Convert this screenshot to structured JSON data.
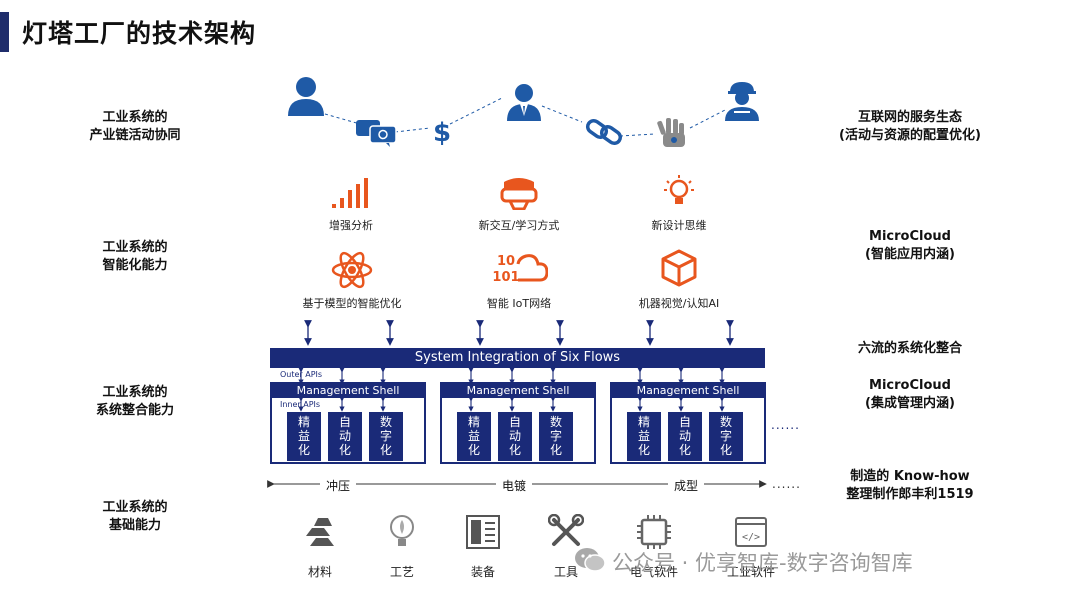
{
  "title": "灯塔工厂的技术架构",
  "left_labels": [
    {
      "line1": "工业系统的",
      "line2": "产业链活动协同"
    },
    {
      "line1": "工业系统的",
      "line2": "智能化能力"
    },
    {
      "line1": "工业系统的",
      "line2": "系统整合能力"
    },
    {
      "line1": "工业系统的",
      "line2": "基础能力"
    }
  ],
  "right_labels": [
    {
      "line1": "互联网的服务生态",
      "line2": "(活动与资源的配置优化)"
    },
    {
      "line1": "MicroCloud",
      "line2": "(智能应用内涵)"
    },
    {
      "line1": "六流的系统化整合",
      "line2": ""
    },
    {
      "line1": "MicroCloud",
      "line2": "(集成管理内涵)"
    },
    {
      "line1": "制造的 Know-how",
      "line2": "整理制作郎丰利1519"
    }
  ],
  "smart_row1": [
    "增强分析",
    "新交互/学习方式",
    "新设计思维"
  ],
  "smart_row2": [
    "基于模型的智能优化",
    "智能 IoT网络",
    "机器视觉/认知AI"
  ],
  "integration_bar": "System Integration of Six Flows",
  "outer_apis": "Outer APIs",
  "inner_apis": "Inner APIs",
  "shell_title": "Management Shell",
  "cells": [
    "精益化",
    "自动化",
    "数字化"
  ],
  "dots": "......",
  "flow_labels": [
    "冲压",
    "电镀",
    "成型"
  ],
  "flow_dots": "......",
  "base_items": [
    "材料",
    "工艺",
    "装备",
    "工具",
    "电气软件",
    "工业软件"
  ],
  "watermark": "公众号 · 优享智库-数字咨询智库",
  "colors": {
    "navy": "#1a2a78",
    "orange": "#e8561e",
    "icon_blue": "#1f5aa6",
    "gray": "#7a7a7a"
  }
}
